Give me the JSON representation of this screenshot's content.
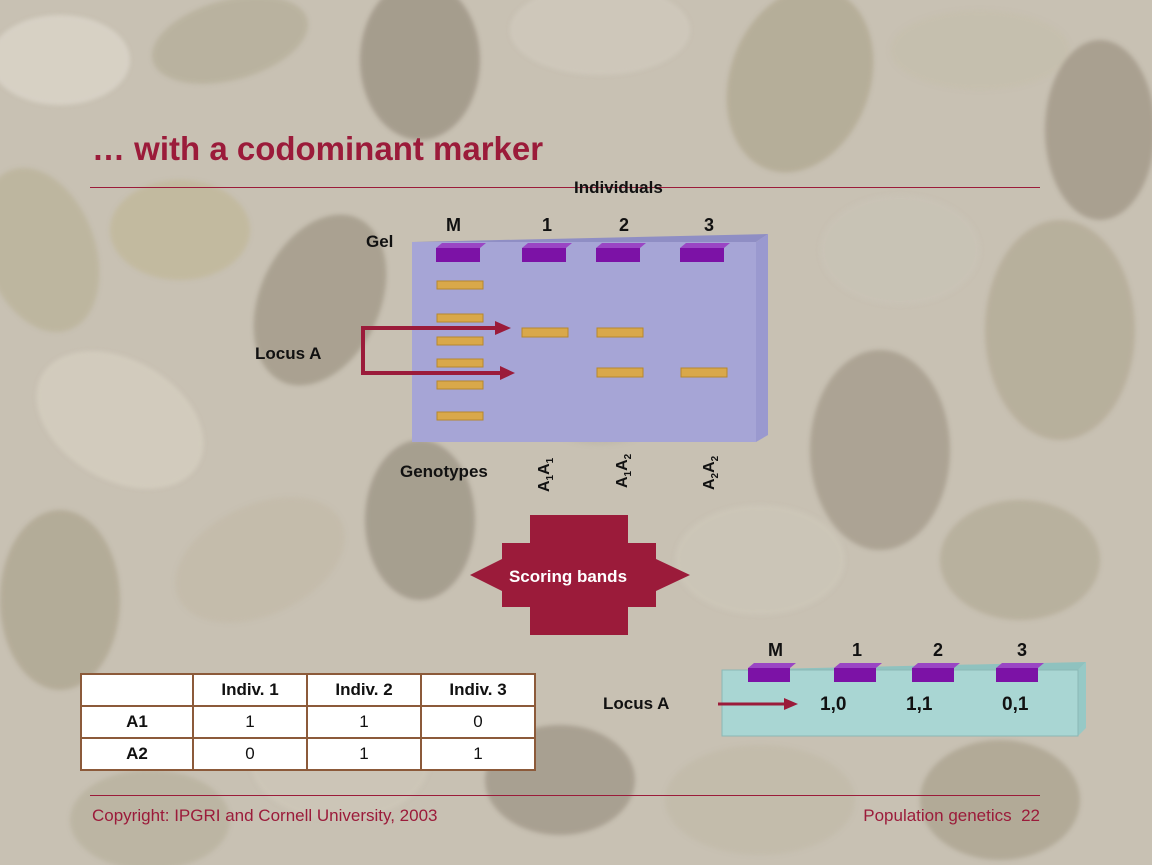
{
  "slide": {
    "title": "… with a codominant marker",
    "footer_left": "Copyright: IPGRI and Cornell University, 2003",
    "footer_right": "Population genetics  22"
  },
  "gel": {
    "individuals_label": "Individuals",
    "gel_label": "Gel",
    "locus_label": "Locus A",
    "genotypes_label": "Genotypes",
    "lanes": [
      "M",
      "1",
      "2",
      "3"
    ],
    "genotypes": [
      {
        "allele1": "A",
        "sub1": "1",
        "allele2": "A",
        "sub2": "1"
      },
      {
        "allele1": "A",
        "sub1": "1",
        "allele2": "A",
        "sub2": "2"
      },
      {
        "allele1": "A",
        "sub1": "2",
        "allele2": "A",
        "sub2": "2"
      }
    ]
  },
  "scoring": {
    "label": "Scoring bands"
  },
  "table": {
    "headers": [
      "",
      "Indiv. 1",
      "Indiv. 2",
      "Indiv. 3"
    ],
    "rows": [
      {
        "label": "A1",
        "values": [
          "1",
          "1",
          "0"
        ]
      },
      {
        "label": "A2",
        "values": [
          "0",
          "1",
          "1"
        ]
      }
    ]
  },
  "scored_gel": {
    "lanes": [
      "M",
      "1",
      "2",
      "3"
    ],
    "locus_label": "Locus A",
    "scores": [
      "1,0",
      "1,1",
      "0,1"
    ]
  },
  "colors": {
    "title": "#9b1b3a",
    "gel_face": "#a6a5d6",
    "well": "#7c12a6",
    "band": "#d9a84a",
    "arrow": "#9b1b3a",
    "scored_gel": "#a9d6d3"
  }
}
